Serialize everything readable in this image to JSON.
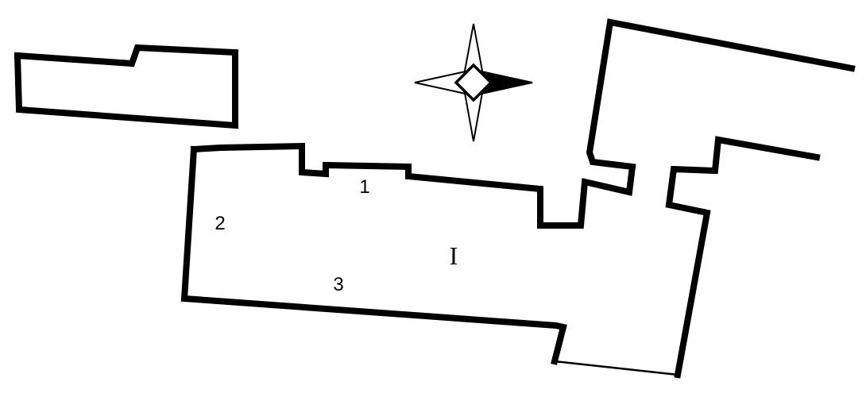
{
  "labels": {
    "side_1": "1",
    "side_2": "2",
    "side_3": "3",
    "room_numeral": "I"
  },
  "icons": {
    "compass": "compass-rose-icon"
  },
  "colors": {
    "ink": "#000000",
    "paper": "#ffffff"
  }
}
